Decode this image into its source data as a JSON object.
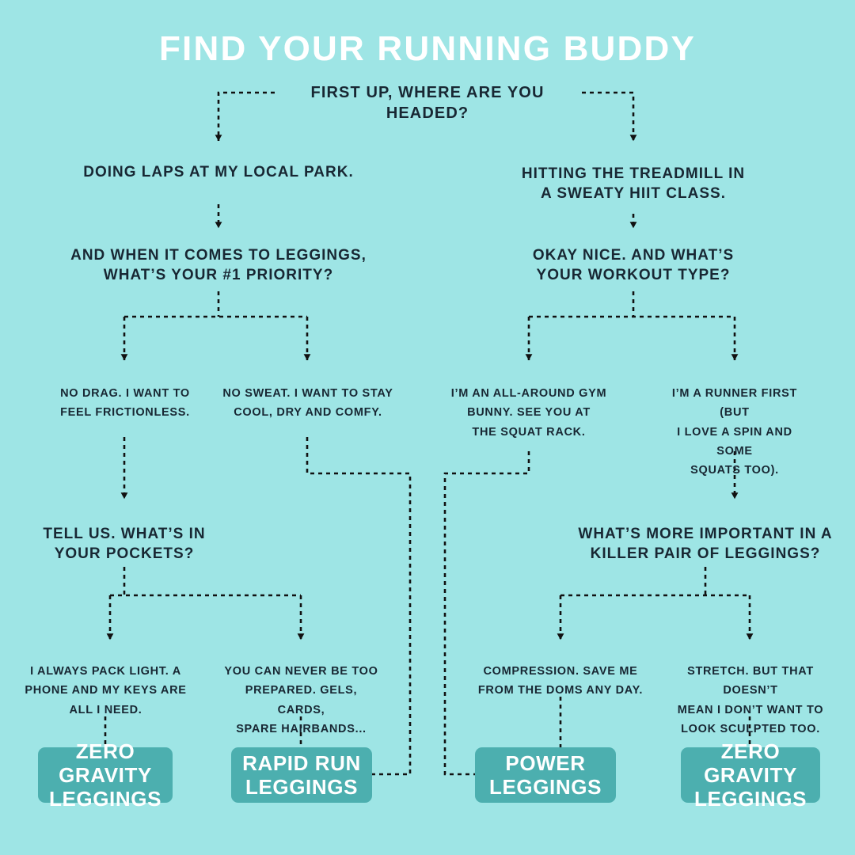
{
  "page": {
    "title": "FIND YOUR RUNNING BUDDY",
    "background_color": "#9EE5E5",
    "text_color": "#182733",
    "title_color": "#FFFFFF",
    "result_box_color": "#4CAFAF",
    "result_text_color": "#FFFFFF",
    "connector_color": "#111111",
    "connector_style": "dashed"
  },
  "flow": {
    "root_question": "FIRST UP, WHERE ARE YOU HEADED?",
    "left": {
      "answer": "DOING LAPS AT MY LOCAL PARK.",
      "question": "AND WHEN IT COMES TO LEGGINGS, WHAT’S YOUR #1 PRIORITY?",
      "question_line1": "AND WHEN IT COMES TO LEGGINGS,",
      "question_line2": "WHAT’S YOUR #1 PRIORITY?",
      "option_a": {
        "line1": "NO DRAG. I WANT TO",
        "line2": "FEEL FRICTIONLESS.",
        "next_question_line1": "TELL US. WHAT’S IN",
        "next_question_line2": "YOUR POCKETS?",
        "sub_option_a": {
          "line1": "I ALWAYS PACK LIGHT. A",
          "line2": "PHONE AND MY KEYS ARE",
          "line3": "ALL I NEED.",
          "result": "ZERO GRAVITY LEGGINGS"
        },
        "sub_option_b": {
          "line1": "YOU CAN NEVER BE TOO",
          "line2": "PREPARED. GELS, CARDS,",
          "line3": "SPARE HAIRBANDS...",
          "result": "RAPID RUN LEGGINGS"
        }
      },
      "option_b": {
        "line1": "NO SWEAT. I WANT TO STAY",
        "line2": "COOL, DRY AND COMFY.",
        "result": "RAPID RUN LEGGINGS"
      }
    },
    "right": {
      "answer_line1": "HITTING THE TREADMILL IN",
      "answer_line2": "A SWEATY HIIT CLASS.",
      "question_line1": "OKAY NICE. AND WHAT’S",
      "question_line2": "YOUR WORKOUT TYPE?",
      "option_a": {
        "line1": "I’M AN ALL-AROUND GYM",
        "line2": "BUNNY. SEE YOU AT",
        "line3": "THE SQUAT RACK.",
        "result": "POWER LEGGINGS"
      },
      "option_b": {
        "line1": "I’M A RUNNER FIRST (BUT",
        "line2": "I LOVE A SPIN AND SOME",
        "line3": "SQUATS TOO).",
        "next_question_line1": "WHAT’S MORE IMPORTANT IN A",
        "next_question_line2": "KILLER PAIR OF LEGGINGS?",
        "sub_option_a": {
          "line1": "COMPRESSION. SAVE ME",
          "line2": "FROM THE DOMS ANY DAY.",
          "result": "POWER LEGGINGS"
        },
        "sub_option_b": {
          "line1": "STRETCH. BUT THAT DOESN’T",
          "line2": "MEAN I DON’T WANT TO",
          "line3": "LOOK SCULPTED TOO.",
          "result": "ZERO GRAVITY LEGGINGS"
        }
      }
    }
  },
  "results": {
    "zero_gravity_line1": "ZERO GRAVITY",
    "zero_gravity_line2": "LEGGINGS",
    "rapid_run_line1": "RAPID RUN",
    "rapid_run_line2": "LEGGINGS",
    "power_line1": "POWER",
    "power_line2": "LEGGINGS"
  }
}
